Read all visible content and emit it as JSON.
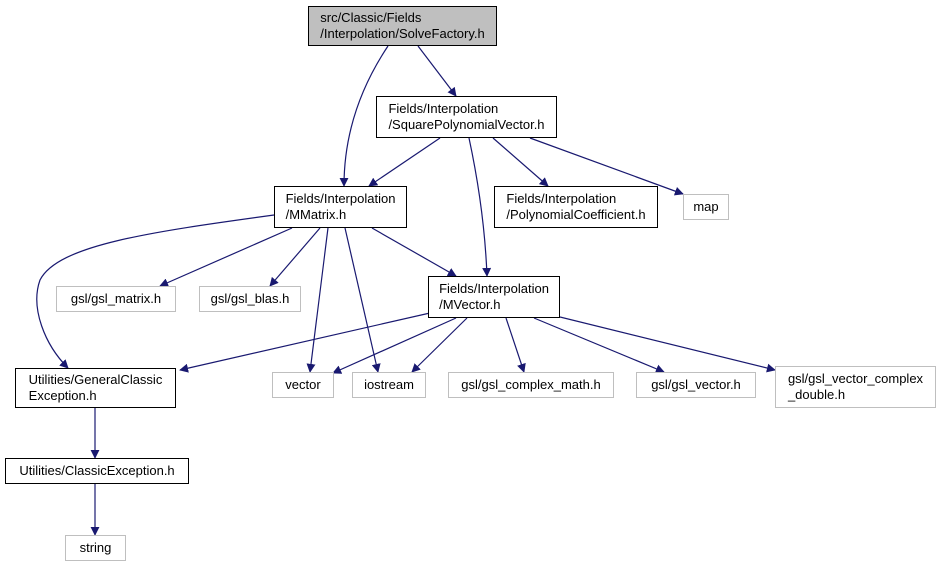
{
  "graph": {
    "edge_color": "#191970",
    "root_fill": "#bfbfbf",
    "external_border": "#bfbfbf",
    "nodes": {
      "solvefactory": "src/Classic/Fields\n/Interpolation/SolveFactory.h",
      "squarepoly": "Fields/Interpolation\n/SquarePolynomialVector.h",
      "mmatrix": "Fields/Interpolation\n/MMatrix.h",
      "polycoef": "Fields/Interpolation\n/PolynomialCoefficient.h",
      "map": "map",
      "gsl_matrix": "gsl/gsl_matrix.h",
      "gsl_blas": "gsl/gsl_blas.h",
      "mvector": "Fields/Interpolation\n/MVector.h",
      "genexc": "Utilities/GeneralClassic\nException.h",
      "vector": "vector",
      "iostream": "iostream",
      "gsl_complex_math": "gsl/gsl_complex_math.h",
      "gsl_vector": "gsl/gsl_vector.h",
      "gsl_vector_complex": "gsl/gsl_vector_complex\n_double.h",
      "classicexc": "Utilities/ClassicException.h",
      "string": "string"
    }
  }
}
